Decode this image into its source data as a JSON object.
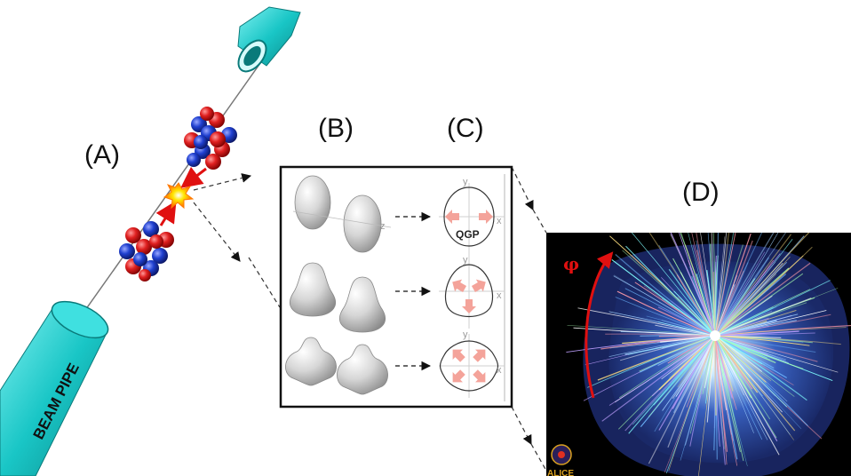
{
  "labels": {
    "a": "(A)",
    "b": "(B)",
    "c": "(C)",
    "d": "(D)"
  },
  "beam_pipe_label": "BEAM PIPE",
  "qgp_label": "QGP",
  "axes": {
    "y": "y",
    "x": "x",
    "z": "z"
  },
  "phi_symbol": "φ",
  "logo_text": "ALICE",
  "colors": {
    "pipe": "#19c6c6",
    "pipe_dark": "#0e8f8f",
    "proton": "#e02020",
    "neutron": "#2040d0",
    "flow_arrow": "#f4a39a",
    "event_background": "#000000",
    "phi_arrow": "#e01010"
  },
  "flow_harmonics": [
    2,
    3,
    4
  ]
}
